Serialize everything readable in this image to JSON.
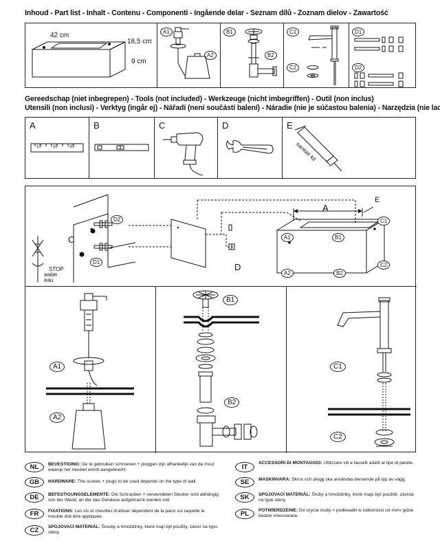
{
  "header_parts": "Inhoud - Part list - Inhalt - Contenu - Componenti - Ingående delar - Seznam dílů - Zoznam dielov - Zawartość",
  "parts": {
    "dim_width": "42 cm",
    "dim_depth": "18,5 cm",
    "dim_height": "9 cm",
    "labels": [
      "A1",
      "A2",
      "B1",
      "B2",
      "C1",
      "C2",
      "D1",
      "D2"
    ]
  },
  "header_tools_1": "Gereedschap (niet inbegrepen) - Tools (not included) -  Werkzeuge (nicht imbegriffen) - Outil (non inclus)",
  "header_tools_2": "Utensili (non inclusi) - Verktyg (ingår ej) - Nářadí (není součástí balení) - Náradie (nie je súčastou balenia) - Narzędzia (nie laczyc)",
  "tools": {
    "letters": [
      "A",
      "B",
      "C",
      "D",
      "E"
    ],
    "ruler_ticks": [
      "10",
      "20",
      "30"
    ],
    "sealant_label": "sanitair kit"
  },
  "install": {
    "label_A": "A",
    "label_E": "E",
    "label_C": "C",
    "label_D": "D",
    "stop_label": "STOP",
    "water_label": "water",
    "eau_label": "eau",
    "tags": [
      "D2",
      "D1",
      "C1",
      "A1",
      "B1",
      "A2",
      "B2",
      "C2"
    ]
  },
  "languages": [
    {
      "code": "NL",
      "title": "BEVESTIGING:",
      "text": "De te gebruiken schroeven + pluggen zijn afhankelijk van de muur waarop het meubel wordt aangebracht."
    },
    {
      "code": "GB",
      "title": "HARDWARE:",
      "text": "The screws + plugs to be used depends on the type of wall."
    },
    {
      "code": "DE",
      "title": "BEFESTIGUNGSELEMENTE:",
      "text": "Die Schrauben + verwendeten Stecker sind abhängig von der Wand, an der das Gehäuse aufgebracht werden soll."
    },
    {
      "code": "FR",
      "title": "FIXATIONS:",
      "text": "Les vis et chevilles d'utiliser dépendent de la paroi sur laquelle le meuble doit être appliquée."
    },
    {
      "code": "CZ",
      "title": "SPOJOVACÍ MATERIÁL:",
      "text": "Šrouby a hmoždinky, které mají být použity, závisí na typu stěny."
    },
    {
      "code": "IT",
      "title": "ACCESSORI DI MONTAGGIO:",
      "text": "Utilizzare viti e tasselli adatti al tipo di parete."
    },
    {
      "code": "SE",
      "title": "MASKINVARA:",
      "text": "Skruv och plugg ska användas beroende på typ av vägg."
    },
    {
      "code": "SK",
      "title": "SPOJOVACÍ MATERIÁL:",
      "text": "Šrúby a hmoždinky, ktoré majú byť použité, závisia na type steny."
    },
    {
      "code": "PL",
      "title": "POTWIERDZENIE:",
      "text": "Do vzycia sruby + podkeadki w zaleznosci od mvrv gdzie bedzie vmocowane."
    }
  ]
}
